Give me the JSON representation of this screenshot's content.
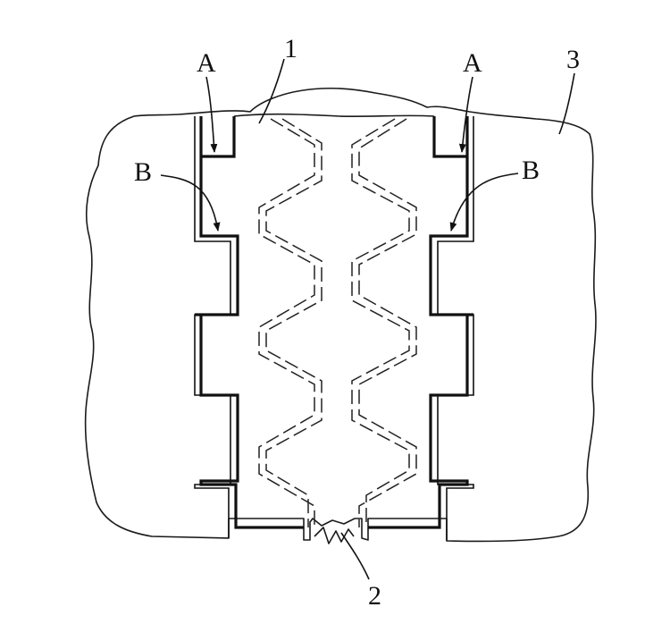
{
  "labels": {
    "part_1": "1",
    "part_2": "2",
    "part_3": "3",
    "point_a_left": "A",
    "point_a_right": "A",
    "point_b_left": "B",
    "point_b_right": "B"
  },
  "colors": {
    "ink": "#111111",
    "background": "#ffffff"
  }
}
